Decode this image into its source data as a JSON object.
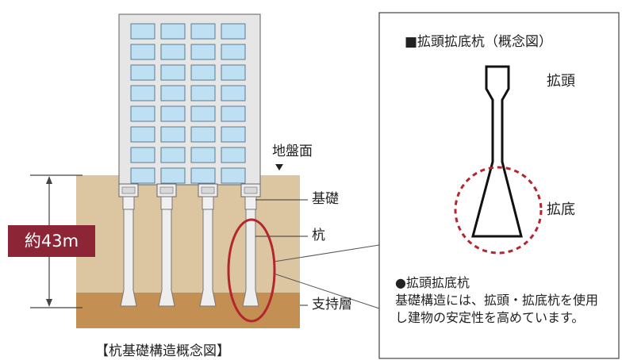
{
  "labels": {
    "ground_surface": "地盤面",
    "foundation": "基礎",
    "pile": "杭",
    "bearing_layer": "支持層",
    "depth": "約43m",
    "caption": "【杭基礎構造概念図】"
  },
  "inset": {
    "title": "■拡頭拡底杭（概念図）",
    "head_label": "拡頭",
    "bottom_label": "拡底",
    "desc_heading": "●拡頭拡底杭",
    "desc_body": "基礎構造には、拡頭・拡底杭を使用し建物の安定性を高めています。"
  },
  "colors": {
    "soil": "#dcc6a2",
    "bearing": "#c38f52",
    "building": "#e6e6e6",
    "window": "#bfe0f3",
    "badge": "#8c2535",
    "highlight": "#b3262e"
  }
}
